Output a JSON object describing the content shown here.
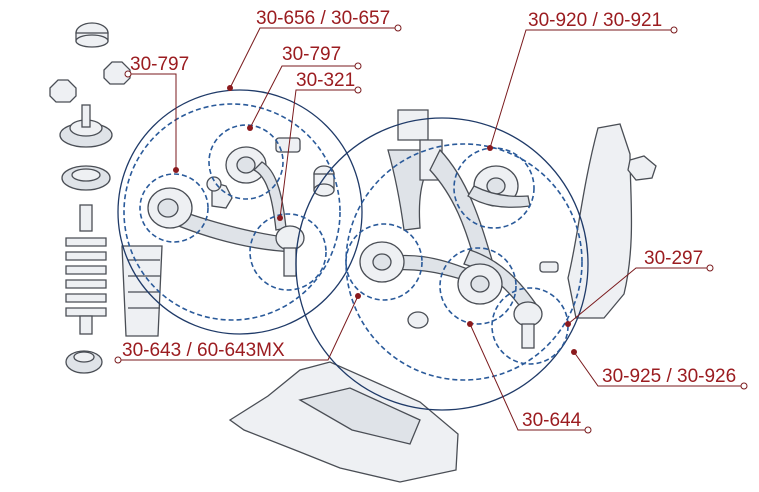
{
  "callouts": {
    "upper_arm_kit": "30-656 / 30-657",
    "bushing_left": "30-797",
    "bushing_upper": "30-797",
    "ball_joint_upper": "30-321",
    "lower_rear_arm": "30-920 / 30-921",
    "tie_rod_end": "30-297",
    "strut_mount": "30-643 / 60-643MX",
    "lower_arm_kit": "30-925 / 30-926",
    "lower_bushing": "30-644"
  },
  "colors": {
    "label": "#9b1c20",
    "circle_outline": "#1f3a68",
    "dashed_circle": "#2a5a9a",
    "part_stroke": "#4a4e55"
  }
}
